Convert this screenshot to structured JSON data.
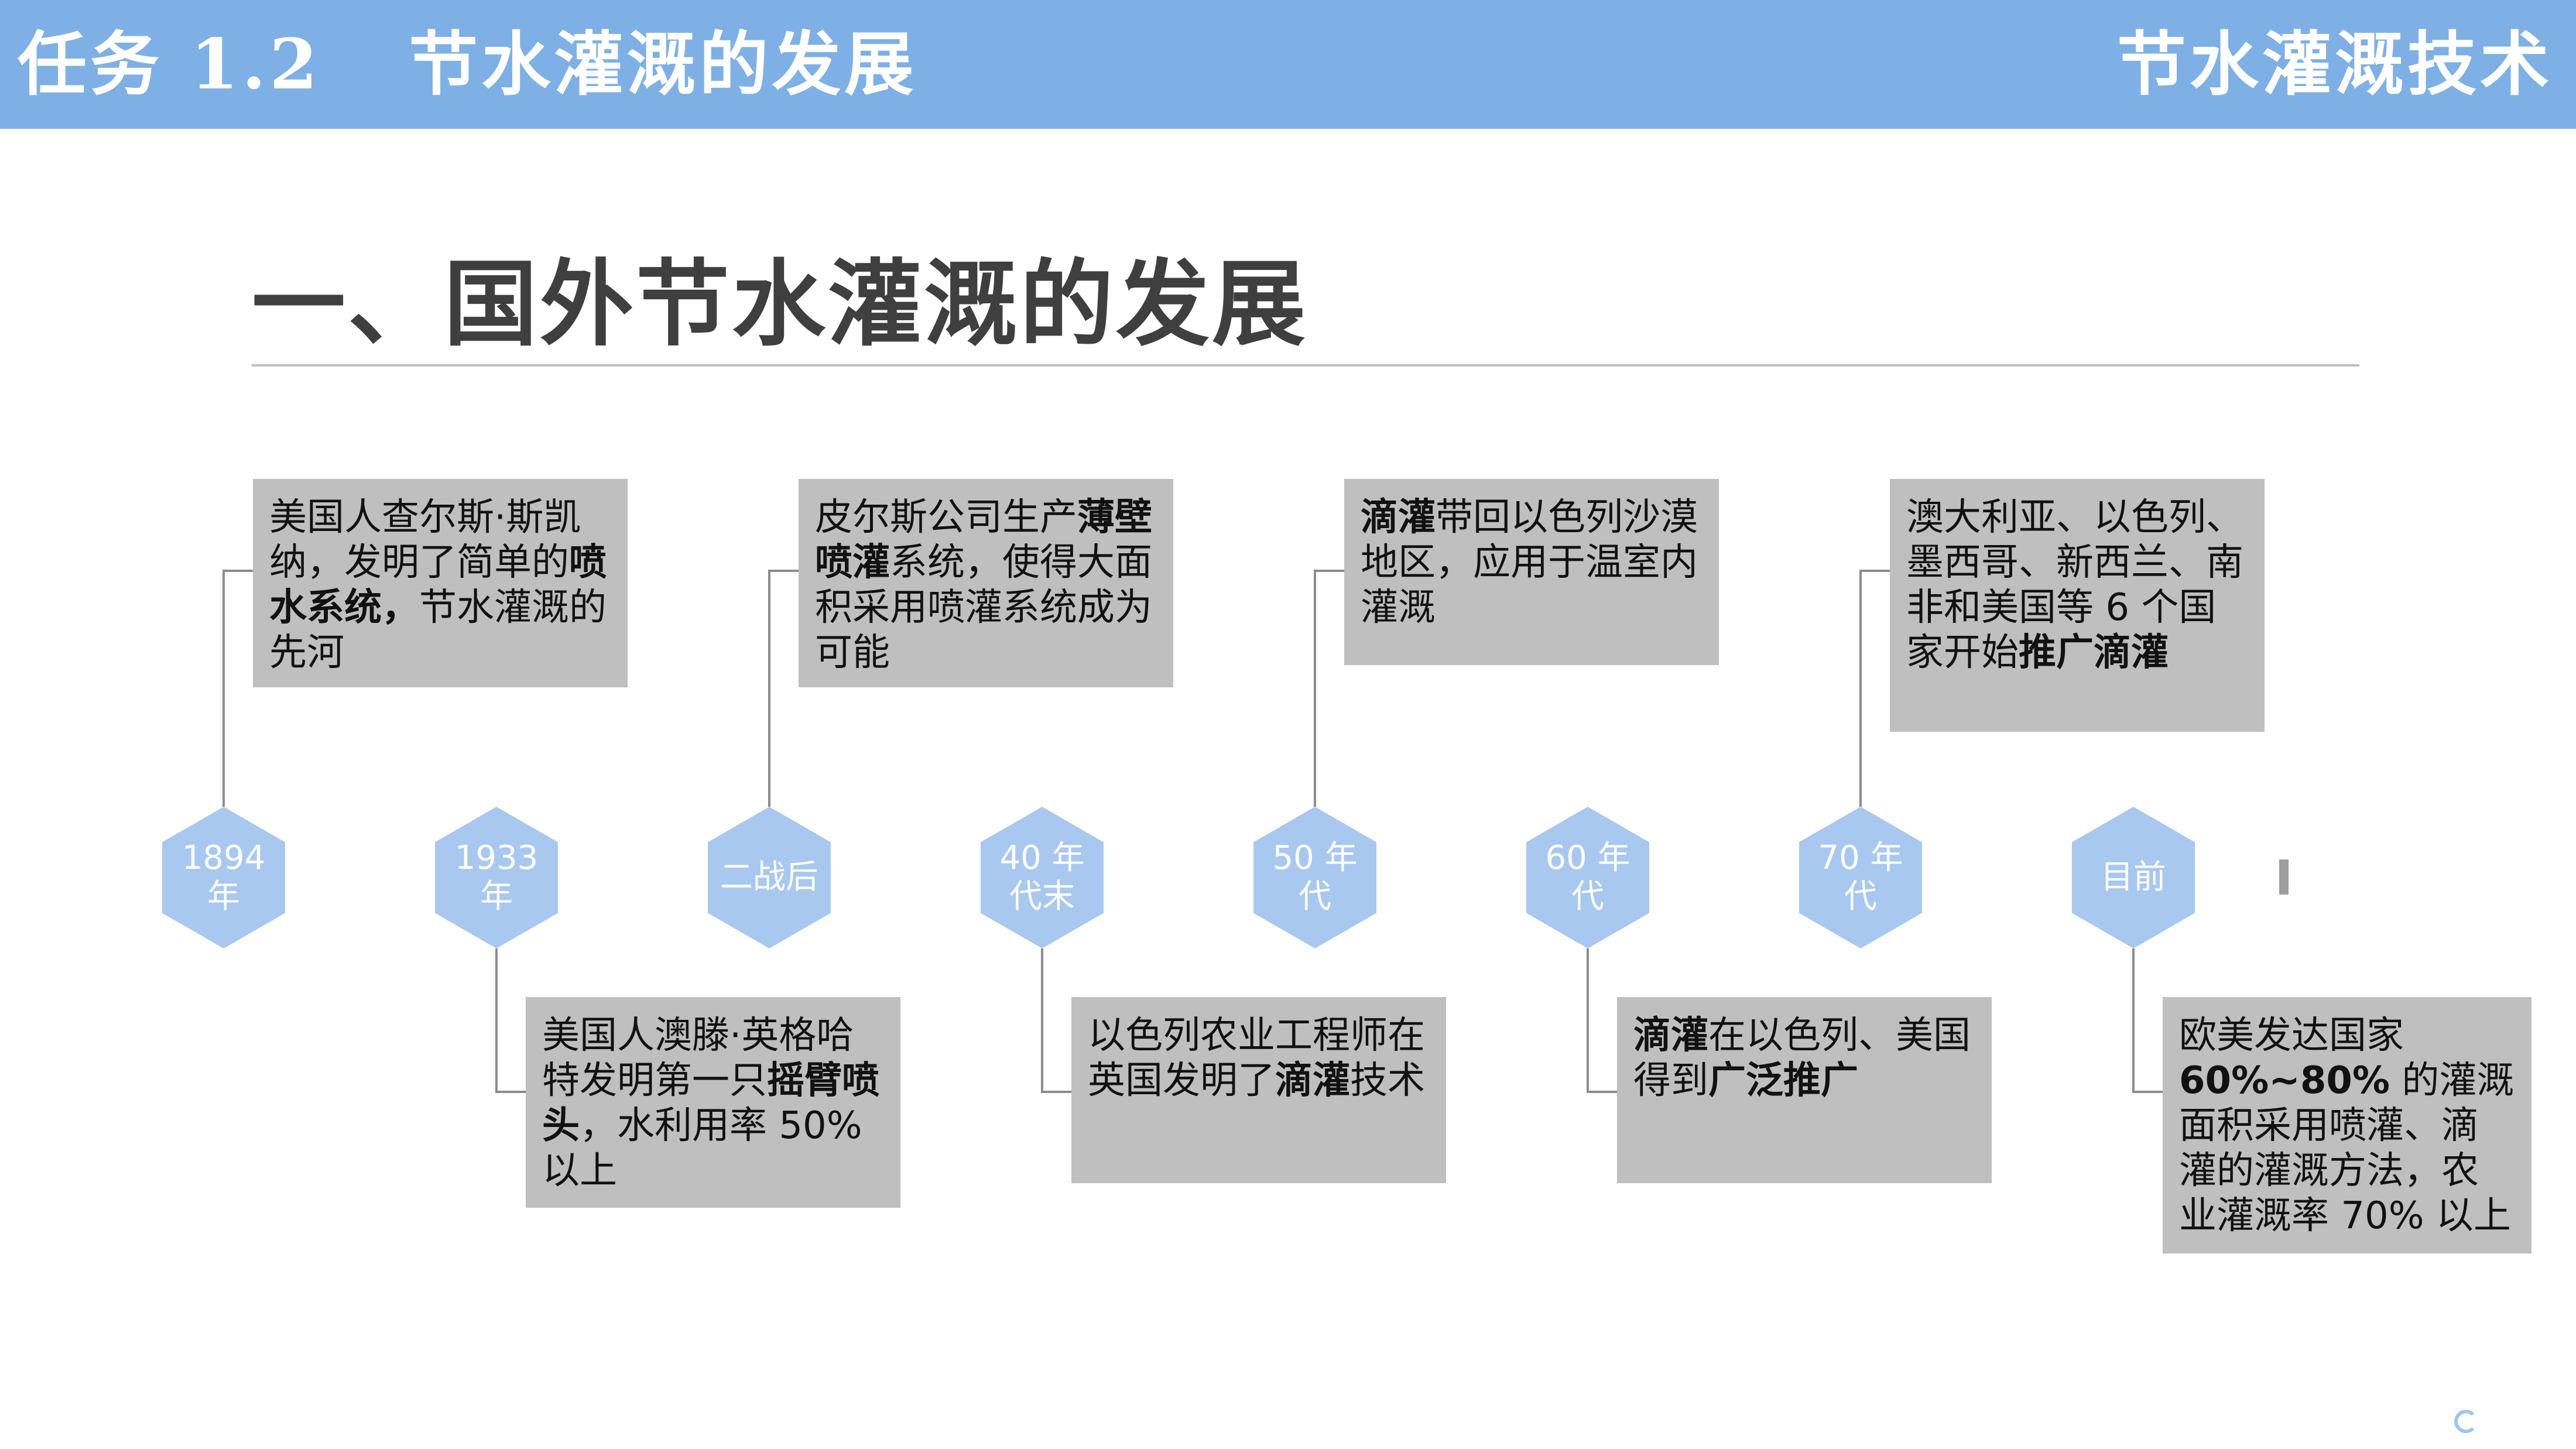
{
  "header": {
    "task": "任务 1.2",
    "title": "节水灌溉的发展",
    "course": "节水灌溉技术"
  },
  "section_title": "一、国外节水灌溉的发展",
  "timeline": {
    "nodes": [
      "1894 年",
      "1933 年",
      "二战后",
      "40 年代末",
      "50 年代",
      "60 年代",
      "70 年代",
      "目前"
    ],
    "events": [
      {
        "segments": [
          {
            "t": "美国人查尔斯·斯凯纳，发明了简单的",
            "b": false
          },
          {
            "t": "喷水系统，",
            "b": true
          },
          {
            "t": "节水灌溉的先河",
            "b": false
          }
        ]
      },
      {
        "segments": [
          {
            "t": "美国人澳滕·英格哈特发明第一只",
            "b": false
          },
          {
            "t": "摇臂喷头",
            "b": true
          },
          {
            "t": "，水利用率 50% 以上",
            "b": false
          }
        ]
      },
      {
        "segments": [
          {
            "t": "皮尔斯公司生产",
            "b": false
          },
          {
            "t": "薄壁喷灌",
            "b": true
          },
          {
            "t": "系统，使得大面积采用喷灌系统成为可能",
            "b": false
          }
        ]
      },
      {
        "segments": [
          {
            "t": "以色列农业工程师在英国发明了",
            "b": false
          },
          {
            "t": "滴灌",
            "b": true
          },
          {
            "t": "技术",
            "b": false
          }
        ]
      },
      {
        "segments": [
          {
            "t": "滴灌",
            "b": true
          },
          {
            "t": "带回以色列沙漠地区，应用于温室内灌溉",
            "b": false
          }
        ]
      },
      {
        "segments": [
          {
            "t": "滴灌",
            "b": true
          },
          {
            "t": "在以色列、美国得到",
            "b": false
          },
          {
            "t": "广泛推广",
            "b": true
          }
        ]
      },
      {
        "segments": [
          {
            "t": "澳大利亚、以色列、墨西哥、新西兰、南非和美国等 6 个国家开始",
            "b": false
          },
          {
            "t": "推广滴灌",
            "b": true
          }
        ]
      },
      {
        "segments": [
          {
            "t": "欧美发达国家 ",
            "b": false
          },
          {
            "t": "60%~80%",
            "b": true
          },
          {
            "t": " 的灌溉面积采用喷灌、滴灌的灌溉方法，农业灌溉率 70% 以上",
            "b": false
          }
        ]
      }
    ]
  },
  "colors": {
    "header_bar": "#7fb0e5",
    "hexagon": "#a9c8f0",
    "card": "#bfbfbf",
    "connector": "#8c8c8c"
  }
}
